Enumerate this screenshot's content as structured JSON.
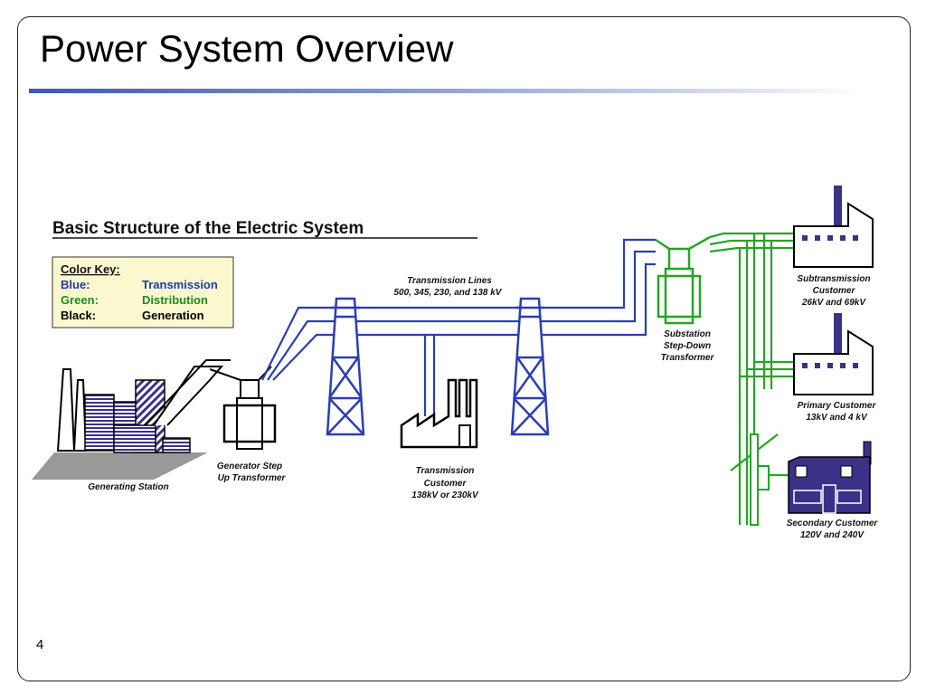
{
  "slide": {
    "title": "Power System Overview",
    "page_number": "4"
  },
  "diagram": {
    "heading": "Basic Structure of the Electric System",
    "color_key": {
      "title": "Color Key:",
      "rows": [
        {
          "key": "Blue:",
          "value": "Transmission",
          "color": "#1f3aa8"
        },
        {
          "key": "Green:",
          "value": "Distribution",
          "color": "#1e8a1e"
        },
        {
          "key": "Black:",
          "value": "Generation",
          "color": "#000000"
        }
      ]
    },
    "labels": {
      "transmission_lines": [
        "Transmission Lines",
        "500, 345, 230, and 138 kV"
      ],
      "generating_station": [
        "Generating Station"
      ],
      "generator_transformer": [
        "Generator Step",
        "Up Transformer"
      ],
      "transmission_customer": [
        "Transmission",
        "Customer",
        "138kV or 230kV"
      ],
      "substation": [
        "Substation",
        "Step-Down",
        "Transformer"
      ],
      "subtransmission_customer": [
        "Subtransmission",
        "Customer",
        "26kV and 69kV"
      ],
      "primary_customer": [
        "Primary  Customer",
        "13kV and 4 kV"
      ],
      "secondary_customer": [
        "Secondary Customer",
        "120V and 240V"
      ]
    },
    "colors": {
      "transmission": "#2b3fae",
      "distribution": "#25a525",
      "generation": "#000000",
      "key_bg": "#fbf8cf",
      "building_purple": "#3a3287"
    }
  }
}
